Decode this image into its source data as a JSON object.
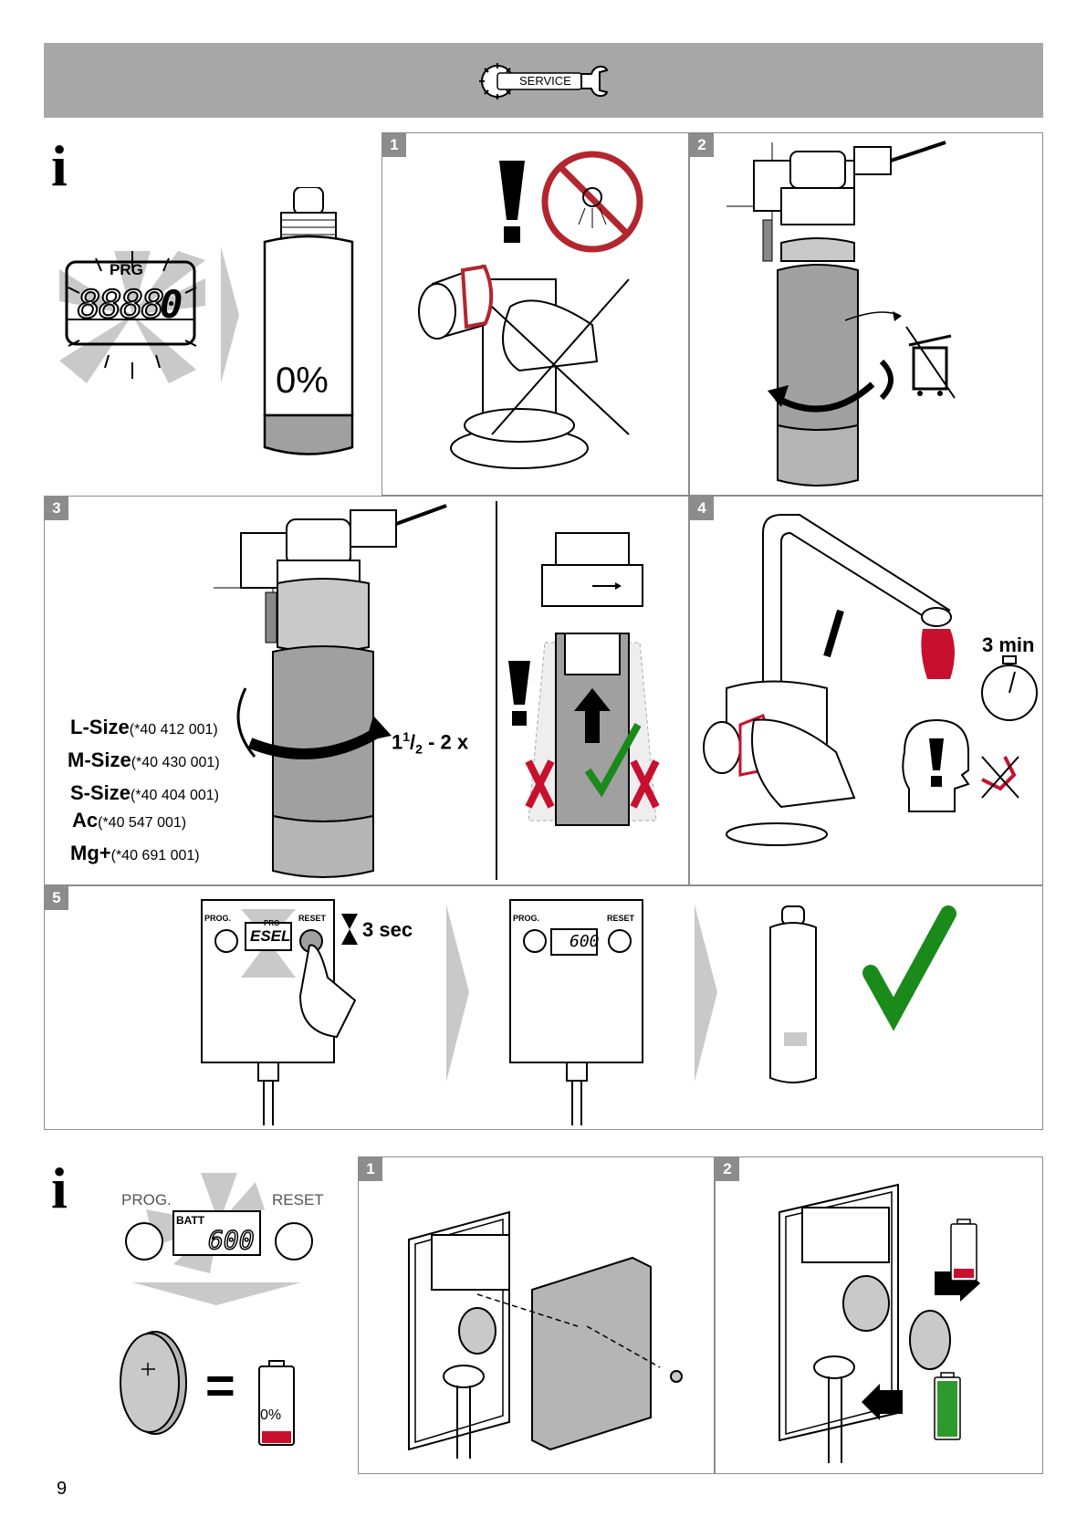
{
  "header": {
    "service_label": "SERVICE"
  },
  "info_icon": "i",
  "section_a": {
    "display": {
      "prg_label": "PRG",
      "digits": "8888",
      "blink_digit": "0"
    },
    "cartridge_percent": "0%",
    "step1": {
      "number": "1"
    },
    "step2": {
      "number": "2"
    },
    "step3": {
      "number": "3",
      "sizes": [
        {
          "name": "L-Size",
          "code": "(*40 412 001)"
        },
        {
          "name": "M-Size",
          "code": "(*40 430 001)"
        },
        {
          "name": "S-Size",
          "code": "(*40 404 001)"
        },
        {
          "name": "Ac",
          "code": "(*40 547 001)"
        },
        {
          "name": "Mg+",
          "code": "(*40 691 001)"
        }
      ],
      "turns_whole": "1",
      "turns_num": "1",
      "turns_den": "2",
      "turns_rest": "- 2 x"
    },
    "step4": {
      "number": "4",
      "duration": "3 min"
    },
    "step5": {
      "number": "5",
      "prog_label": "PROG.",
      "reset_label": "RESET",
      "prg_small": "PRG",
      "esel_text": "ESEL",
      "hold_time": "3 sec",
      "display_value": "600"
    }
  },
  "section_b": {
    "display": {
      "prog_label": "PROG.",
      "reset_label": "RESET",
      "batt_label": "BATT",
      "digits": "600"
    },
    "equals_sign": "=",
    "battery_percent": "0%",
    "step1": {
      "number": "1"
    },
    "step2": {
      "number": "2"
    }
  },
  "page": {
    "number": "9"
  },
  "colors": {
    "band": "#a7a7a7",
    "panel_border": "#8c8c8c",
    "check_green": "#1a8a1a",
    "warn_red": "#c8102e"
  },
  "icons": [
    "service-gear-wrench-icon",
    "info-icon",
    "warning-exclamation-icon",
    "no-spray-icon",
    "trash-bin-icon",
    "stopwatch-icon",
    "hourglass-icon",
    "checkmark-icon",
    "cross-icon",
    "battery-icon",
    "arrow-chevron-icon"
  ]
}
